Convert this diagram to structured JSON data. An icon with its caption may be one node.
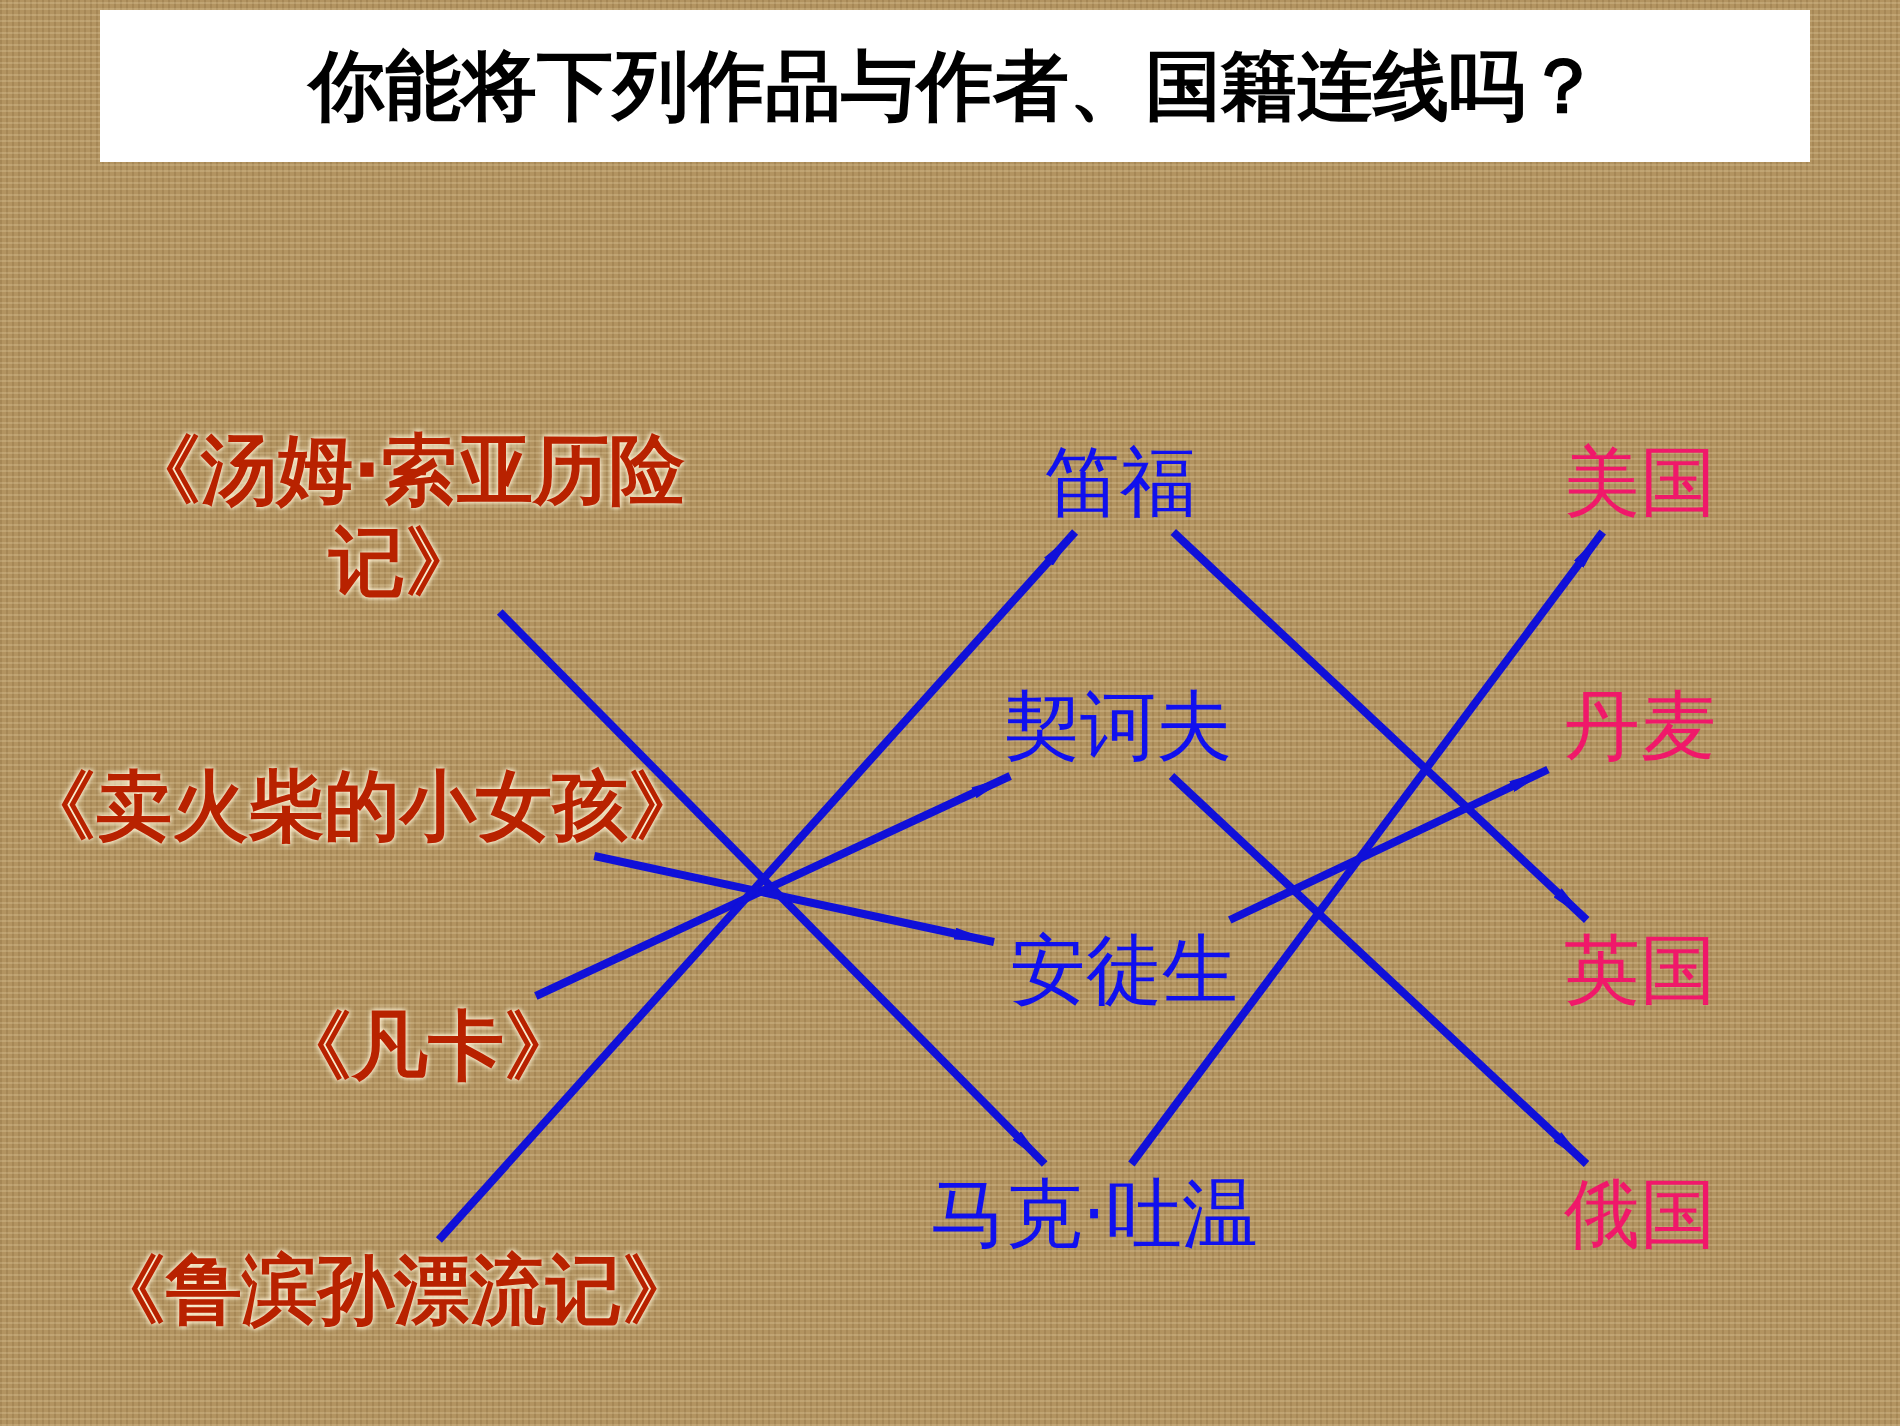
{
  "diagram": {
    "title": "你能将下列作品与作者、国籍连线吗？",
    "nodes": [
      {
        "text": [
          "《汤姆·索亚历险记》"
        ]
      },
      {
        "text": [
          "《卖火柴的小女孩》"
        ]
      },
      {
        "text": [
          "《凡卡》"
        ]
      },
      {
        "text": [
          "《鲁滨孙漂流记》"
        ]
      },
      {
        "text": [
          "笛福"
        ]
      },
      {
        "text": [
          "契诃夫"
        ]
      },
      {
        "text": [
          "安徒生"
        ]
      },
      {
        "text": [
          "马克·吐温"
        ]
      },
      {
        "text": [
          "美国"
        ]
      },
      {
        "text": [
          "丹麦"
        ]
      },
      {
        "text": [
          "英国"
        ]
      },
      {
        "text": [
          "俄国"
        ]
      }
    ],
    "edges": [
      {
        "from": 0,
        "to": 7,
        "arrow": "to"
      },
      {
        "from": 1,
        "to": 6,
        "arrow": "to"
      },
      {
        "from": 2,
        "to": 5,
        "arrow": "to"
      },
      {
        "from": 3,
        "to": 4,
        "arrow": "to"
      },
      {
        "from": 4,
        "to": 10,
        "arrow": "to"
      },
      {
        "from": 5,
        "to": 11,
        "arrow": "to"
      },
      {
        "from": 6,
        "to": 9,
        "arrow": "to"
      },
      {
        "from": 7,
        "to": 8,
        "arrow": "to"
      }
    ]
  }
}
